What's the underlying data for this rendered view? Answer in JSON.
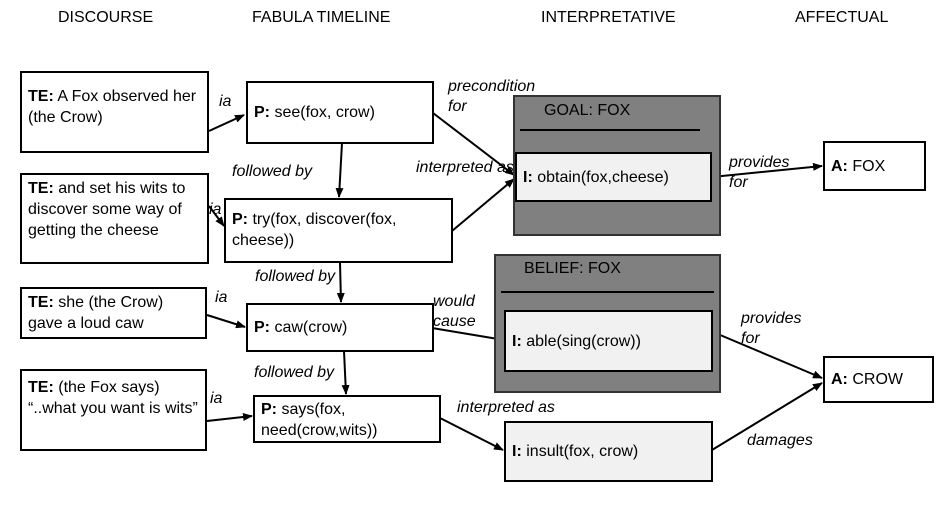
{
  "headers": {
    "discourse": "DISCOURSE",
    "fabula": "FABULA TIMELINE",
    "interpretative": "INTERPRETATIVE",
    "affectual": "AFFECTUAL"
  },
  "discourse_nodes": [
    {
      "prefix": "TE:",
      "text": "A Fox observed her (the Crow)"
    },
    {
      "prefix": "TE:",
      "text": "and set his wits to discover some way of getting the cheese"
    },
    {
      "prefix": "TE:",
      "text": "she (the Crow) gave a loud caw"
    },
    {
      "prefix": "TE:",
      "text": "(the Fox says) “..what you want is wits”"
    }
  ],
  "fabula_nodes": [
    {
      "prefix": "P:",
      "text": "see(fox, crow)"
    },
    {
      "prefix": "P:",
      "text": "try(fox, discover(fox, cheese))"
    },
    {
      "prefix": "P:",
      "text": "caw(crow)"
    },
    {
      "prefix": "P:",
      "text": "says(fox, need(crow,wits))"
    }
  ],
  "groups": [
    {
      "title": "GOAL: FOX"
    },
    {
      "title": "BELIEF: FOX"
    }
  ],
  "interp_nodes": [
    {
      "prefix": "I:",
      "text": "obtain(fox,cheese)"
    },
    {
      "prefix": "I:",
      "text": "able(sing(crow))"
    },
    {
      "prefix": "I:",
      "text": "insult(fox, crow)"
    }
  ],
  "affect_nodes": [
    {
      "prefix": "A:",
      "text": "FOX"
    },
    {
      "prefix": "A:",
      "text": "CROW"
    }
  ],
  "edge_labels": {
    "ia": "ia",
    "followed_by": "followed by",
    "precondition": "precondition for",
    "interpreted_as_short": "interpreted as",
    "would_cause": "would cause",
    "interpreted_as": "interpreted as",
    "provides_for": "provides for",
    "damages": "damages"
  }
}
